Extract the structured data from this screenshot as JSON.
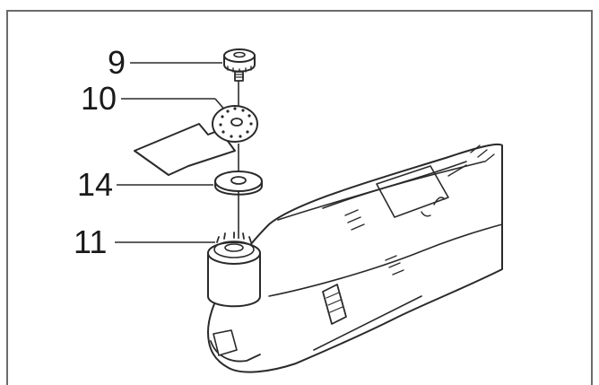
{
  "callouts": [
    {
      "label": "9",
      "part": "clamping-screw"
    },
    {
      "label": "10",
      "part": "saw-blade"
    },
    {
      "label": "14",
      "part": "washer"
    },
    {
      "label": "11",
      "part": "tool-holder"
    }
  ],
  "colors": {
    "line": "#2a2a2a",
    "frame": "#6b6b6b",
    "background": "#ffffff"
  }
}
